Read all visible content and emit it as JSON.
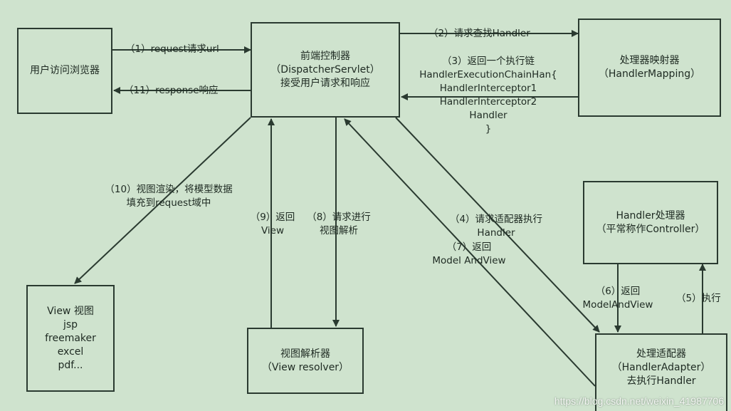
{
  "nodes": {
    "browser": {
      "lines": [
        "用户访问浏览器"
      ]
    },
    "dispatcher": {
      "lines": [
        "前端控制器",
        "（DispatcherServlet）",
        "接受用户请求和响应"
      ]
    },
    "mapping": {
      "lines": [
        "处理器映射器",
        "（HandlerMapping）"
      ]
    },
    "handler": {
      "lines": [
        "Handler处理器",
        "（平常称作Controller）"
      ]
    },
    "adapter": {
      "lines": [
        "处理适配器",
        "（HandlerAdapter）",
        "去执行Handler"
      ]
    },
    "resolver": {
      "lines": [
        "视图解析器",
        "（View resolver）"
      ]
    },
    "view": {
      "lines": [
        "View 视图",
        "jsp",
        "freemaker",
        "excel",
        "pdf..."
      ]
    }
  },
  "labels": {
    "step1": [
      "（1）request请求url"
    ],
    "step2": [
      "（2）请求查找Handler"
    ],
    "step3": [
      "（3）返回一个执行链",
      "HandlerExecutionChainHan{",
      "HandlerInterceptor1",
      "HandlerInterceptor2",
      "Handler",
      "}"
    ],
    "step4": [
      "（4）请求适配器执行",
      "Handler"
    ],
    "step5": [
      "（5）执行"
    ],
    "step6": [
      "（6）返回",
      "ModelAndView"
    ],
    "step7": [
      "（7）返回",
      "Model AndView"
    ],
    "step8": [
      "（8）请求进行",
      "视图解析"
    ],
    "step9": [
      "（9）返回",
      "View"
    ],
    "step10": [
      "（10）视图渲染，将模型数据",
      "填充到request域中"
    ],
    "step11": [
      "（11）response响应"
    ]
  },
  "watermark": "https://blog.csdn.net/weixin_41987706",
  "colors": {
    "background": "#cfe3ce",
    "line": "#2a3a30"
  }
}
